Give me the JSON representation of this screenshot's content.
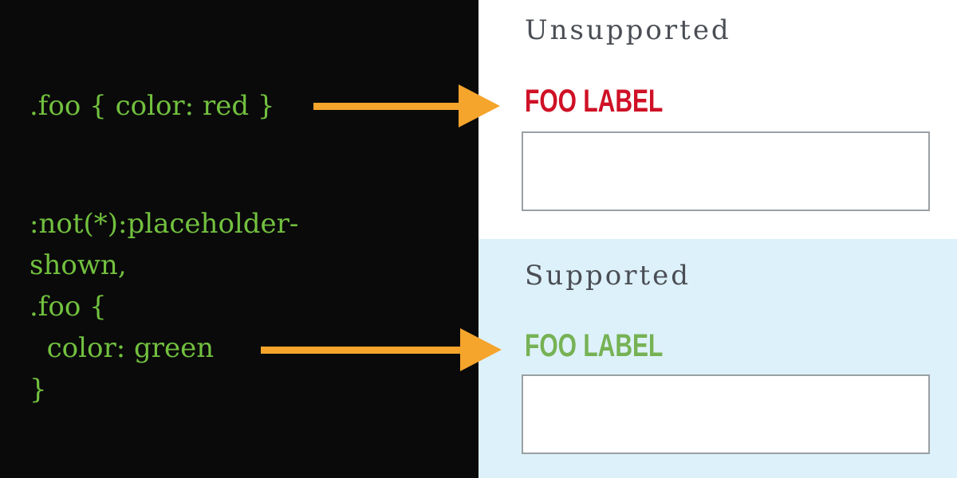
{
  "code_panel": {
    "rule_unsupported": ".foo { color: red }",
    "rule_supported_lines": [
      ":not(*):placeholder-",
      "shown,",
      ".foo {",
      "  color: green",
      "}"
    ]
  },
  "unsupported_panel": {
    "title": "Unsupported",
    "field_label": "FOO LABEL",
    "input_value": ""
  },
  "supported_panel": {
    "title": "Supported",
    "field_label": "FOO LABEL",
    "input_value": ""
  },
  "icons": {
    "arrow_to_unsupported": "arrow-right-icon",
    "arrow_to_supported": "arrow-right-icon"
  },
  "colors": {
    "code_green": "#72c13f",
    "label_red": "#cf1126",
    "label_green": "#76b254",
    "arrow_orange": "#f5a42c",
    "heading_gray": "#4a4e54",
    "panel_blue": "#ddf1fa",
    "panel_black": "#0a0a0a",
    "box_border": "#9aa0a3"
  }
}
